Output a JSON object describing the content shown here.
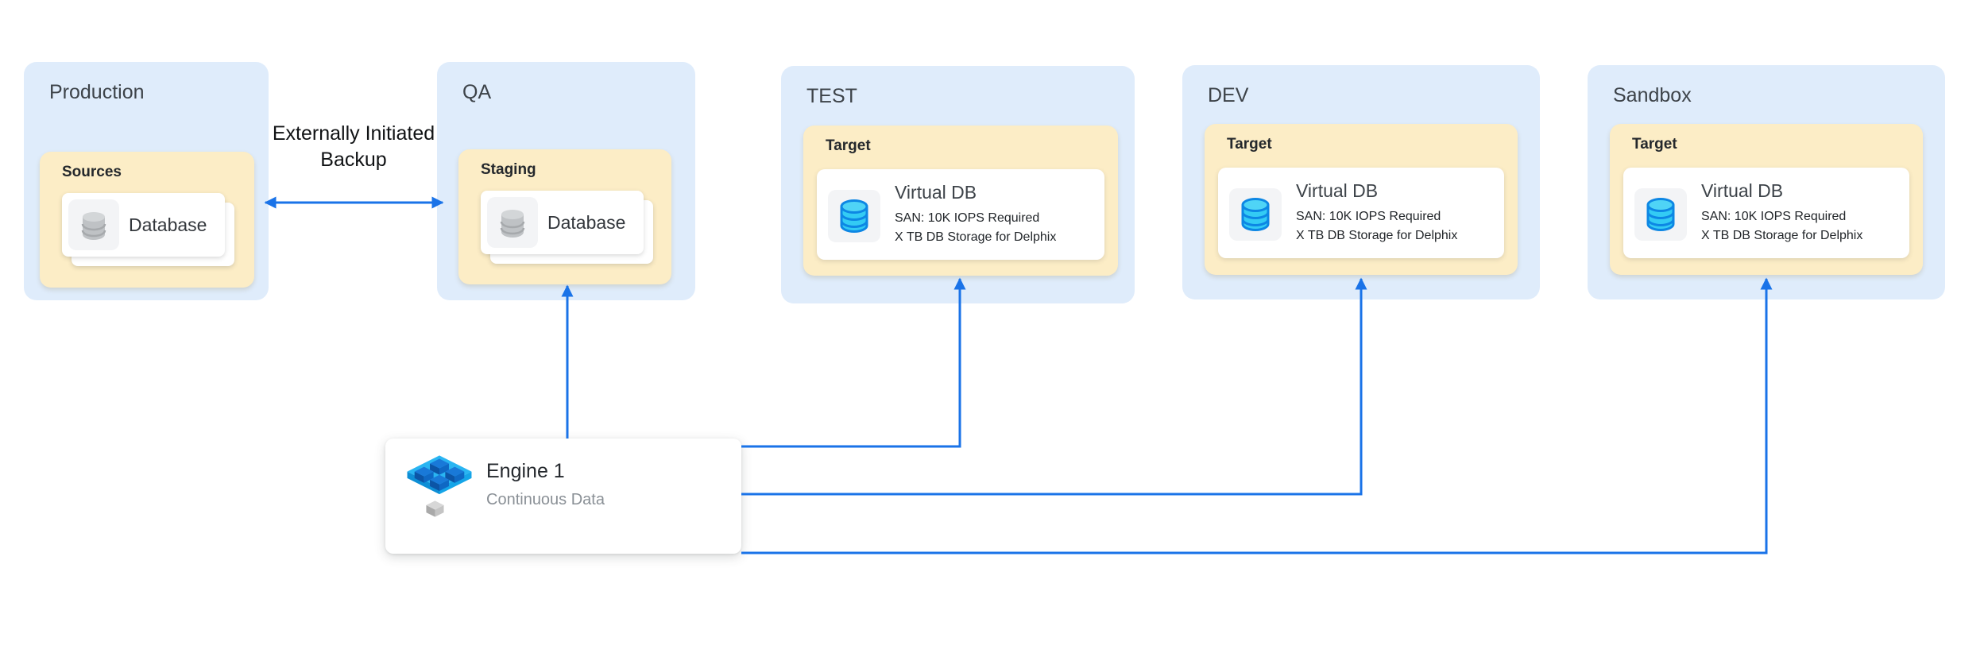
{
  "colors": {
    "canvas": "#ffffff",
    "env_box": "#dfecfb",
    "group_box": "#fcedc6",
    "card": "#ffffff",
    "arrow": "#1a73e8",
    "env_title": "#3d4349",
    "group_label": "#24282c",
    "item_text": "#33373c",
    "detail_text": "#22262a",
    "subtitle_text": "#8a9096"
  },
  "backup_flow": {
    "label": "Externally Initiated Backup"
  },
  "engine": {
    "name": "Engine 1",
    "subtitle": "Continuous Data"
  },
  "environments": [
    {
      "name": "Production",
      "zone": "Sources",
      "asset": {
        "kind": "database",
        "label": "Database"
      }
    },
    {
      "name": "QA",
      "zone": "Staging",
      "asset": {
        "kind": "database",
        "label": "Database"
      }
    },
    {
      "name": "TEST",
      "zone": "Target",
      "asset": {
        "kind": "virtual-db",
        "label": "Virtual DB",
        "detail1": "SAN: 10K IOPS Required",
        "detail2": "X TB DB Storage for Delphix"
      }
    },
    {
      "name": "DEV",
      "zone": "Target",
      "asset": {
        "kind": "virtual-db",
        "label": "Virtual DB",
        "detail1": "SAN: 10K IOPS Required",
        "detail2": "X TB DB Storage for Delphix"
      }
    },
    {
      "name": "Sandbox",
      "zone": "Target",
      "asset": {
        "kind": "virtual-db",
        "label": "Virtual DB",
        "detail1": "SAN: 10K IOPS Required",
        "detail2": "X TB DB Storage for Delphix"
      }
    }
  ]
}
